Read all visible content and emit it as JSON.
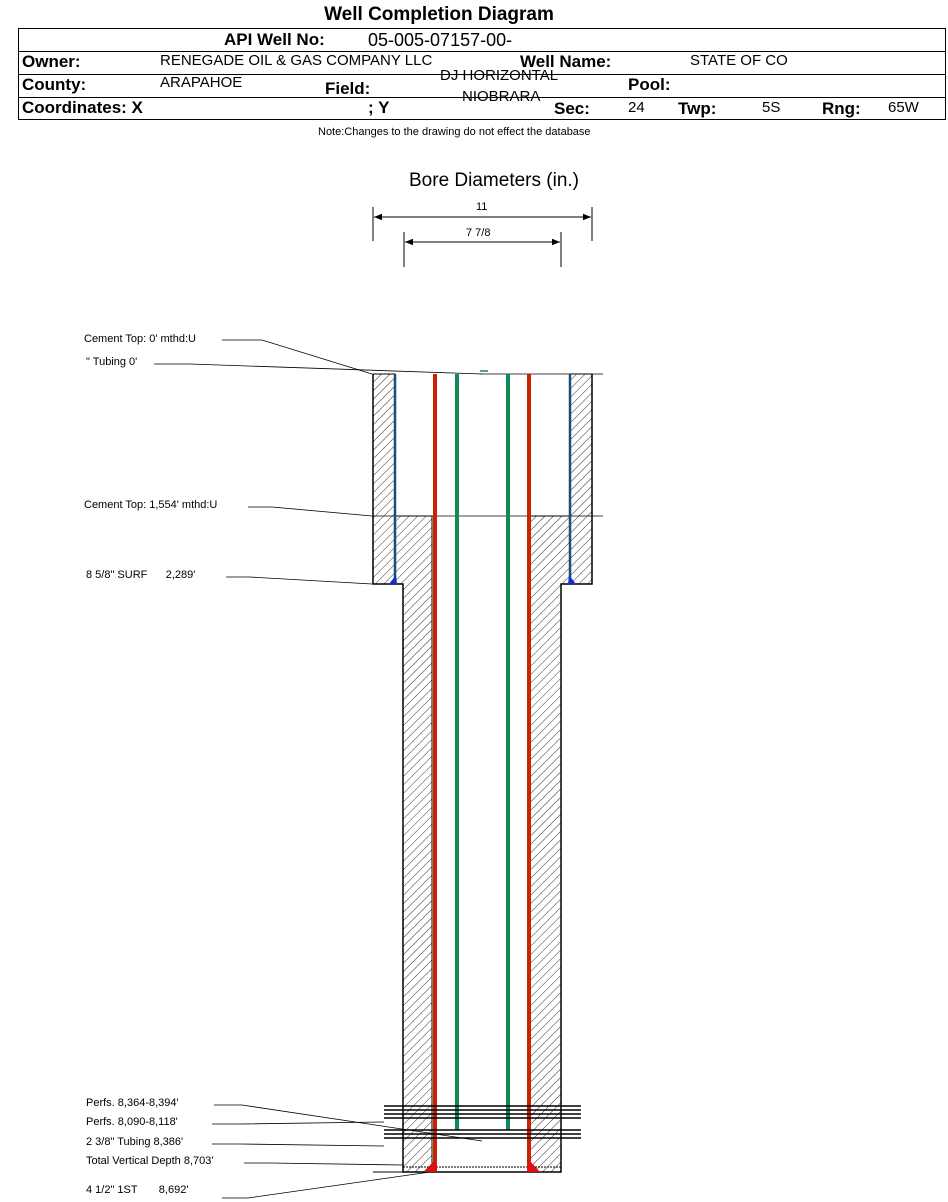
{
  "header": {
    "title": "Well Completion Diagram",
    "api_label": "API Well No:",
    "api_value": "05-005-07157-00-",
    "owner_label": "Owner:",
    "owner_value": "RENEGADE OIL & GAS COMPANY LLC",
    "well_name_label": "Well Name:",
    "well_name_value": "STATE OF CO",
    "county_label": "County:",
    "county_value": "ARAPAHOE",
    "field_label": "Field:",
    "field_value_line1": "DJ HORIZONTAL",
    "field_value_line2": "NIOBRARA",
    "pool_label": "Pool:",
    "pool_value": "",
    "coords_label": "Coordinates: X",
    "coords_y_label": "; Y",
    "sec_label": "Sec:",
    "sec_value": "24",
    "twp_label": "Twp:",
    "twp_value": "5S",
    "rng_label": "Rng:",
    "rng_value": "65W"
  },
  "note": "Note:Changes to the drawing do not effect the database",
  "bore": {
    "title": "Bore Diameters (in.)",
    "outer": "11",
    "inner": "7 7/8"
  },
  "callouts": {
    "cement_top_1": "Cement Top: 0' mthd:U",
    "tubing_top": "\" Tubing 0'",
    "cement_top_2": "Cement Top: 1,554' mthd:U",
    "surf_casing": "8 5/8\" SURF      2,289'",
    "perfs_1": "Perfs. 8,364-8,394'",
    "perfs_2": "Perfs. 8,090-8,118'",
    "tubing_bottom": "2 3/8\" Tubing 8,386'",
    "tvd": "Total Vertical Depth 8,703'",
    "prod_casing": "4 1/2\" 1ST       8,692'"
  },
  "colors": {
    "surface_casing": "#1a4f7a",
    "production_casing": "#cc2200",
    "tubing": "#0f8a55",
    "shoe_surface": "#1030c8",
    "shoe_production": "#e01010"
  }
}
